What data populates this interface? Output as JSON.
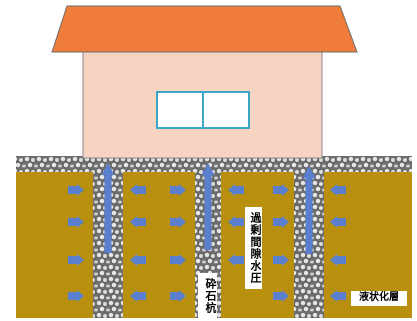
{
  "labels": {
    "pore_pressure": "過剰間隙水圧",
    "gravel_pile": "砕石杭",
    "liquefaction_layer": "液状化層"
  },
  "colors": {
    "roof": "#f07c3c",
    "roof_edge": "#6b6b6b",
    "wall": "#f7d3c1",
    "wall_edge": "#8a8a8a",
    "window_frame": "#3aa7c6",
    "soil": "#b8900e",
    "gravel_fill": "#6d6d6d",
    "gravel_stone": "#e4e4e4",
    "arrow": "#5a7fcf",
    "label_bg": "#ffffff"
  },
  "icons": {
    "arrow": "arrow-icon",
    "flow": "water-flow-arrow-icon"
  }
}
